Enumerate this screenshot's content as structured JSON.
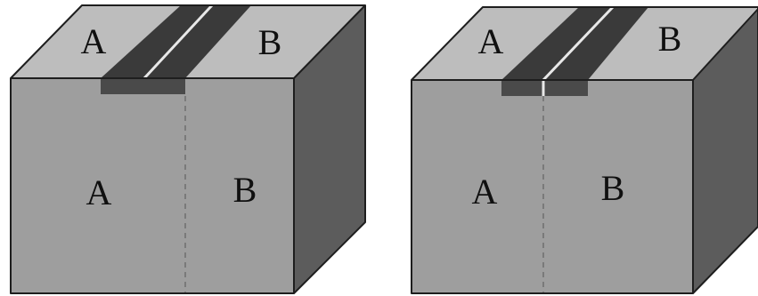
{
  "colors": {
    "top_face": "#bdbdbd",
    "front_face": "#9e9e9e",
    "side_face": "#5c5c5c",
    "strip": "#3a3a3a",
    "strip_front": "#4a4a4a",
    "boundary_line": "#e8e8e8",
    "edge": "#1e1e1e",
    "dashed_interface": "#7a7a7a"
  },
  "cubes": [
    {
      "top_left_label": "A",
      "top_right_label": "B",
      "front_left_label": "A",
      "front_right_label": "B"
    },
    {
      "top_left_label": "A",
      "top_right_label": "B",
      "front_left_label": "A",
      "front_right_label": "B"
    }
  ]
}
